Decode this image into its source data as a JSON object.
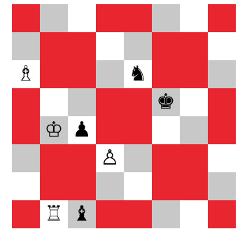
{
  "board": {
    "colors": {
      "red": "#e8262f",
      "grey": "#c8c8c8",
      "white": "#ffffff"
    },
    "rows": [
      [
        "red",
        "grey",
        "white",
        "red",
        "red",
        "grey",
        "white",
        "red"
      ],
      [
        "grey",
        "red",
        "red",
        "white",
        "grey",
        "red",
        "red",
        "white"
      ],
      [
        "white",
        "red",
        "red",
        "grey",
        "white",
        "red",
        "red",
        "grey"
      ],
      [
        "red",
        "white",
        "grey",
        "red",
        "red",
        "grey",
        "white",
        "red"
      ],
      [
        "red",
        "grey",
        "white",
        "red",
        "red",
        "white",
        "grey",
        "red"
      ],
      [
        "grey",
        "red",
        "red",
        "white",
        "grey",
        "red",
        "red",
        "white"
      ],
      [
        "white",
        "red",
        "red",
        "grey",
        "white",
        "red",
        "red",
        "grey"
      ],
      [
        "red",
        "white",
        "grey",
        "red",
        "red",
        "grey",
        "white",
        "red"
      ]
    ],
    "pieces": [
      {
        "name": "white-bishop",
        "glyph": "♗",
        "color": "white",
        "row": 2,
        "col": 0
      },
      {
        "name": "black-knight",
        "glyph": "♞",
        "color": "black",
        "row": 2,
        "col": 4
      },
      {
        "name": "black-king",
        "glyph": "♚",
        "color": "black",
        "row": 3,
        "col": 5
      },
      {
        "name": "white-king",
        "glyph": "♔",
        "color": "white",
        "row": 4,
        "col": 1
      },
      {
        "name": "black-pawn",
        "glyph": "♟",
        "color": "black",
        "row": 4,
        "col": 2
      },
      {
        "name": "white-pawn",
        "glyph": "♙",
        "color": "white",
        "row": 5,
        "col": 3
      },
      {
        "name": "white-rook",
        "glyph": "♖",
        "color": "white",
        "row": 7,
        "col": 1
      },
      {
        "name": "black-bishop",
        "glyph": "♝",
        "color": "black",
        "row": 7,
        "col": 2
      }
    ]
  }
}
